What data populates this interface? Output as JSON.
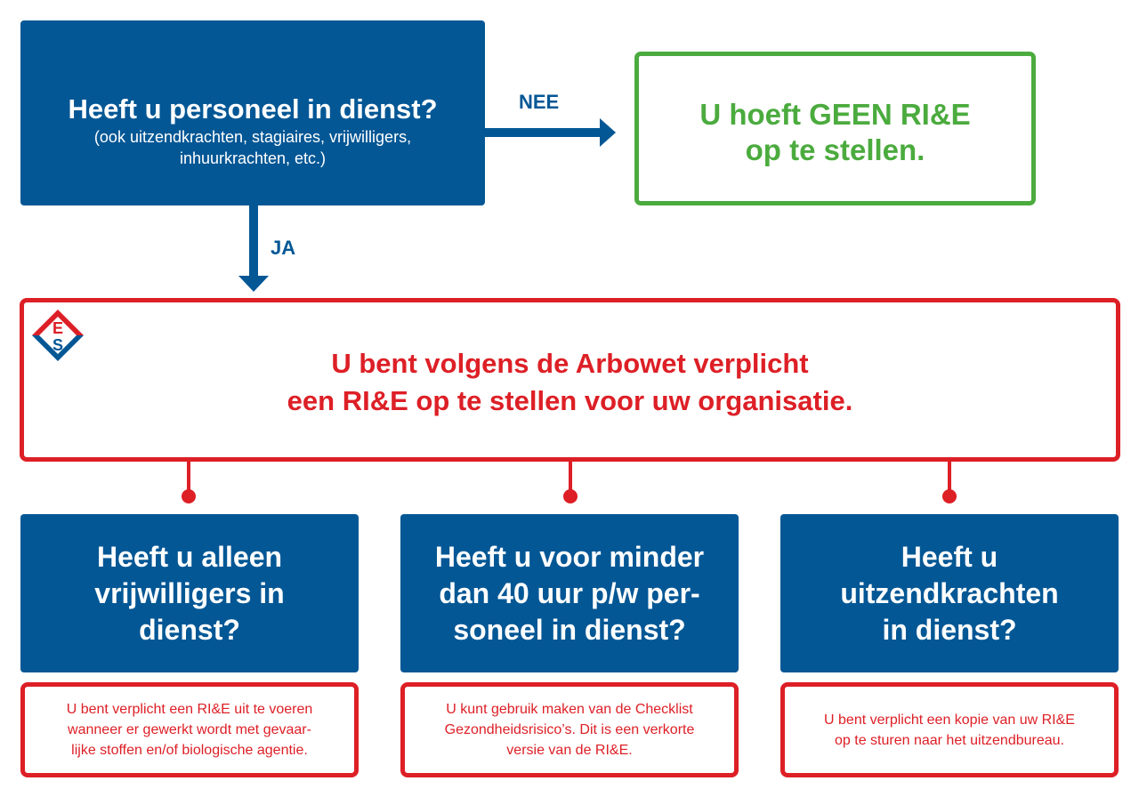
{
  "main_question": {
    "title": "Heeft u personeel in dienst?",
    "sub_line1": "(ook uitzendkrachten, stagiaires, vrijwilligers,",
    "sub_line2": "inhuurkrachten, etc.)"
  },
  "labels": {
    "no": "NEE",
    "yes": "JA"
  },
  "no_result": {
    "line1": "U hoeft GEEN RI&E",
    "line2": "op te stellen."
  },
  "obligation": {
    "line1": "U bent volgens de Arbowet verplicht",
    "line2": "een RI&E op te stellen voor uw organisatie."
  },
  "logo": {
    "letters": [
      "E",
      "S"
    ]
  },
  "questions": [
    {
      "lines": [
        "Heeft u alleen",
        "vrijwilligers in",
        "dienst?"
      ],
      "answer_lines": [
        "U bent verplicht een RI&E uit te voeren",
        "wanneer er gewerkt wordt met gevaar-",
        "lijke stoffen en/of biologische agentie."
      ]
    },
    {
      "lines": [
        "Heeft u voor minder",
        "dan 40 uur p/w per-",
        "soneel in dienst?"
      ],
      "answer_lines": [
        "U kunt gebruik maken van de Checklist",
        "Gezondheidsrisico’s. Dit is een verkorte",
        "versie van de RI&E."
      ]
    },
    {
      "lines": [
        "Heeft u",
        "uitzendkrachten",
        "in dienst?"
      ],
      "answer_lines": [
        "U bent verplicht een kopie van uw RI&E",
        "op te sturen naar het uitzendbureau."
      ]
    }
  ],
  "colors": {
    "blue": "#035795",
    "green": "#4bab3e",
    "red": "#dd1f26"
  }
}
